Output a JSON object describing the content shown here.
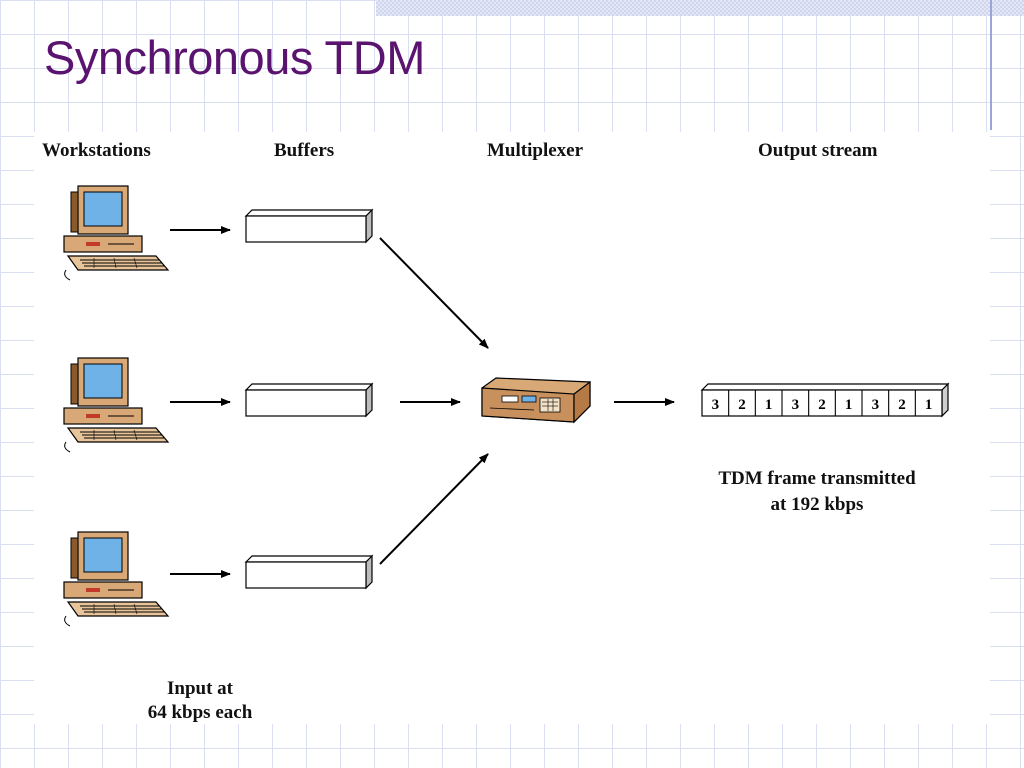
{
  "title": "Synchronous TDM",
  "columns": {
    "workstations": "Workstations",
    "buffers": "Buffers",
    "multiplexer": "Multiplexer",
    "output": "Output stream"
  },
  "input_note": [
    "Input at",
    "64 kbps each"
  ],
  "frame_cells": [
    "3",
    "2",
    "1",
    "3",
    "2",
    "1",
    "3",
    "2",
    "1"
  ],
  "frame_caption": [
    "TDM frame transmitted",
    "at 192 kbps"
  ],
  "colors": {
    "title": "#5a1470",
    "screen": "#6fb2e8",
    "case": "#d9a877"
  }
}
